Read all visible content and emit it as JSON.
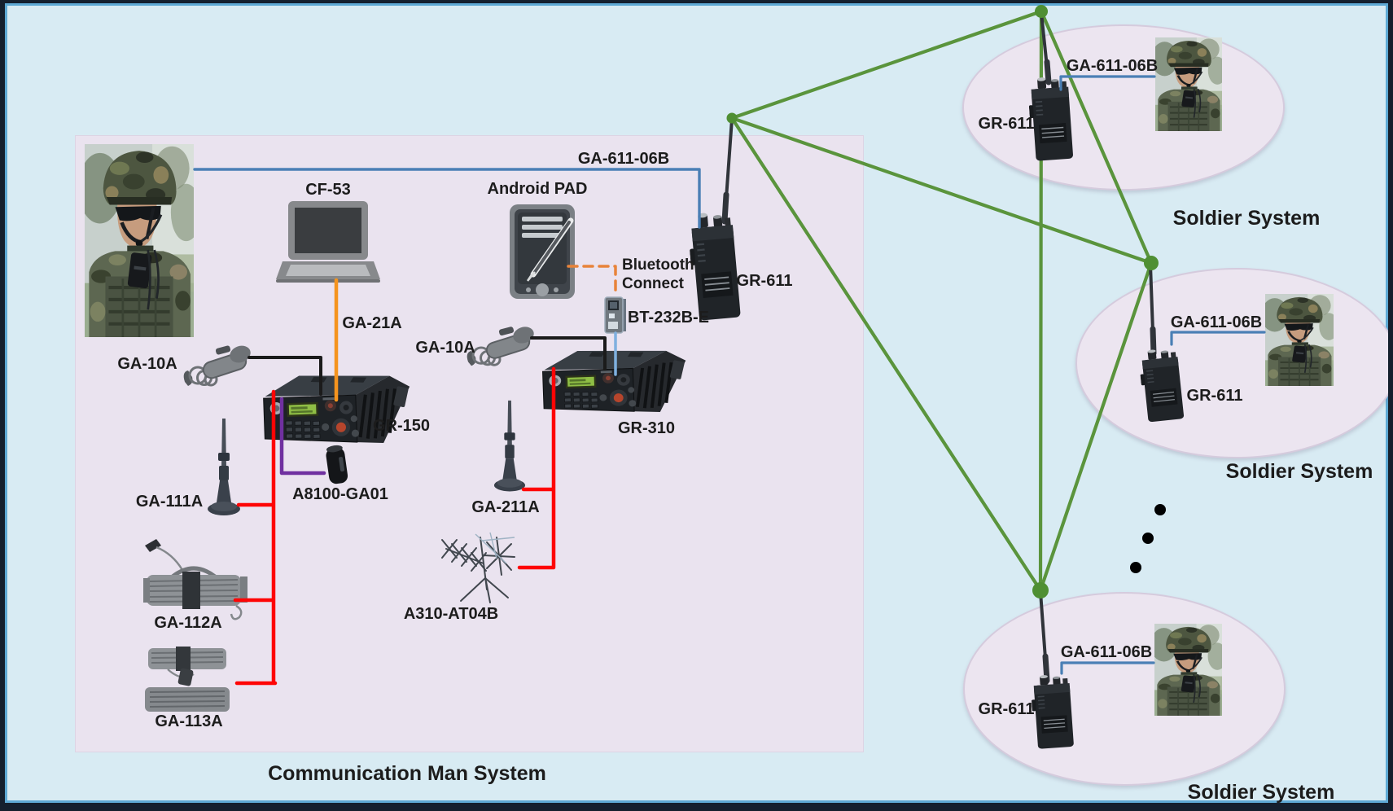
{
  "colors": {
    "background": "#d8ebf3",
    "frame": "#15202e",
    "frame_accent": "#5ea9d4",
    "panel_fill": "#eae3ef",
    "ellipse_fill": "#ece5f0",
    "mesh_green": "#5a943c",
    "node_green": "#4f8f33",
    "cable_red": "#fe0505",
    "cable_orange": "#f5941e",
    "cable_purple": "#7030a0",
    "cable_blue": "#4a7fb5",
    "cable_lightblue": "#7fb0df",
    "bluetooth_dash_orange": "#e8833a",
    "cable_black": "#1b1b1b",
    "label_text": "#1c1c1c"
  },
  "comm": {
    "system_label": "Communication Man System",
    "ga611_cable_label": "GA-611-06B",
    "laptop_label": "CF-53",
    "tablet_label": "Android PAD",
    "handheld_label": "GR-611",
    "bluetooth_note": "Bluetooth\nConnect",
    "bt_adapter_label": "BT-232B-E",
    "laptop_cable_label": "GA-21A",
    "handset1_label": "GA-10A",
    "handset2_label": "GA-10A",
    "manpack1_label": "GR-150",
    "manpack2_label": "GR-310",
    "battery_label": "A8100-GA01",
    "hf_whip_label": "GA-111A",
    "vhf_whip_label": "GA-211A",
    "wire_antenna1_label": "GA-112A",
    "wire_antenna2_label": "GA-113A",
    "directional_antenna_label": "A310-AT04B"
  },
  "soldiers": [
    {
      "system_label": "Soldier System",
      "radio_label": "GR-611",
      "cable_label": "GA-611-06B"
    },
    {
      "system_label": "Soldier System",
      "radio_label": "GR-611",
      "cable_label": "GA-611-06B"
    },
    {
      "system_label": "Soldier System",
      "radio_label": "GR-611",
      "cable_label": "GA-611-06B"
    }
  ],
  "network": {
    "nodes": [
      "communication-man-gr-611",
      "soldier-1-gr-611",
      "soldier-2-gr-611",
      "soldier-3-gr-611"
    ],
    "links": [
      [
        "communication-man-gr-611",
        "soldier-1-gr-611"
      ],
      [
        "communication-man-gr-611",
        "soldier-2-gr-611"
      ],
      [
        "communication-man-gr-611",
        "soldier-3-gr-611"
      ],
      [
        "soldier-1-gr-611",
        "soldier-2-gr-611"
      ],
      [
        "soldier-1-gr-611",
        "soldier-3-gr-611"
      ],
      [
        "soldier-2-gr-611",
        "soldier-3-gr-611"
      ]
    ],
    "more_nodes_ellipsis_dots": 3
  }
}
